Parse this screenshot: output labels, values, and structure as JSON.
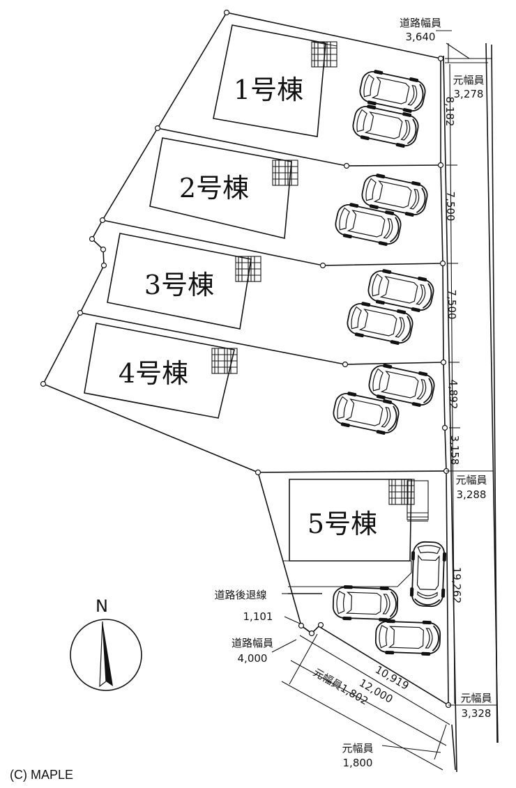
{
  "buildings": [
    {
      "label": "1号棟"
    },
    {
      "label": "2号棟"
    },
    {
      "label": "3号棟"
    },
    {
      "label": "4号棟"
    },
    {
      "label": "5号棟"
    }
  ],
  "north_label": "N",
  "copyright": "(C) MAPLE",
  "annotations": {
    "road_width_top_label": "道路幅員",
    "road_width_top_value": "3,640",
    "orig_width_1_label": "元幅員",
    "orig_width_1_value": "3,278",
    "orig_width_2_label": "元幅員",
    "orig_width_2_value": "3,288",
    "orig_width_3_label": "元幅員",
    "orig_width_3_value": "3,328",
    "orig_width_4_label": "元幅員",
    "orig_width_4_value": "1,800",
    "setback_label": "道路後退線",
    "setback_value": "1,101",
    "road_width_bottom_label": "道路幅員",
    "road_width_bottom_value": "4,000",
    "diag_1": "10,919",
    "diag_2": "12,000",
    "diag_3": "元幅員1,802"
  },
  "frontage_dims": [
    "8,182",
    "7,500",
    "7,500",
    "4,892",
    "3,158",
    "19,262"
  ]
}
